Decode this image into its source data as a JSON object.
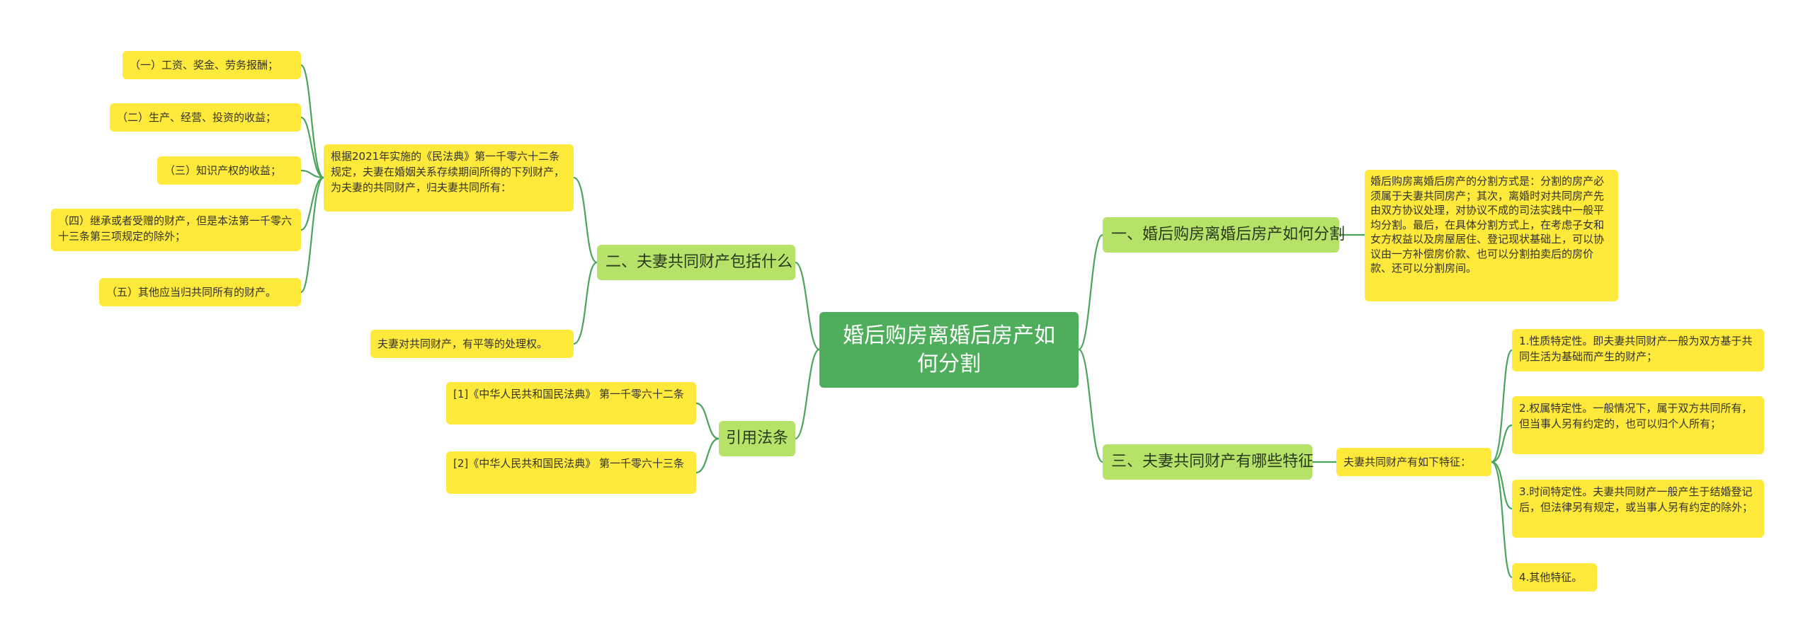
{
  "root": {
    "label": "婚后购房离婚后房产如何分割"
  },
  "branches": {
    "b1": "一、婚后购房离婚后房产如何分割",
    "b2": "二、夫妻共同财产包括什么",
    "b3": "三、夫妻共同财产有哪些特征",
    "b4": "引用法条"
  },
  "b1_leaf": "婚后购房离婚后房产的分割方式是：分割的房产必须属于夫妻共同房产；其次，离婚时对共同房产先由双方协议处理，对协议不成的司法实践中一般平均分割。最后，在具体分割方式上，在考虑子女和女方权益以及房屋居住、登记现状基础上，可以协议由一方补偿房价款、也可以分割拍卖后的房价款、还可以分割房间。",
  "b2_intro": "根据2021年实施的《民法典》第一千零六十二条规定，夫妻在婚姻关系存续期间所得的下列财产，为夫妻的共同财产，归夫妻共同所有：",
  "b2_items": [
    "（一）工资、奖金、劳务报酬；",
    "（二）生产、经营、投资的收益；",
    "（三）知识产权的收益；",
    "（四）继承或者受赠的财产，但是本法第一千零六十三条第三项规定的除外；",
    "（五）其他应当归共同所有的财产。"
  ],
  "b2_equal": "夫妻对共同财产，有平等的处理权。",
  "b3_intro": "夫妻共同财产有如下特征：",
  "b3_items": [
    "1.性质特定性。即夫妻共同财产一般为双方基于共同生活为基础而产生的财产；",
    "2.权属特定性。一般情况下，属于双方共同所有，但当事人另有约定的，也可以归个人所有；",
    "3.时间特定性。夫妻共同财产一般产生于结婚登记后，但法律另有规定，或当事人另有约定的除外；",
    "4.其他特征。"
  ],
  "b4_items": [
    "[1]《中华人民共和国民法典》 第一千零六十二条",
    "[2]《中华人民共和国民法典》 第一千零六十三条"
  ]
}
